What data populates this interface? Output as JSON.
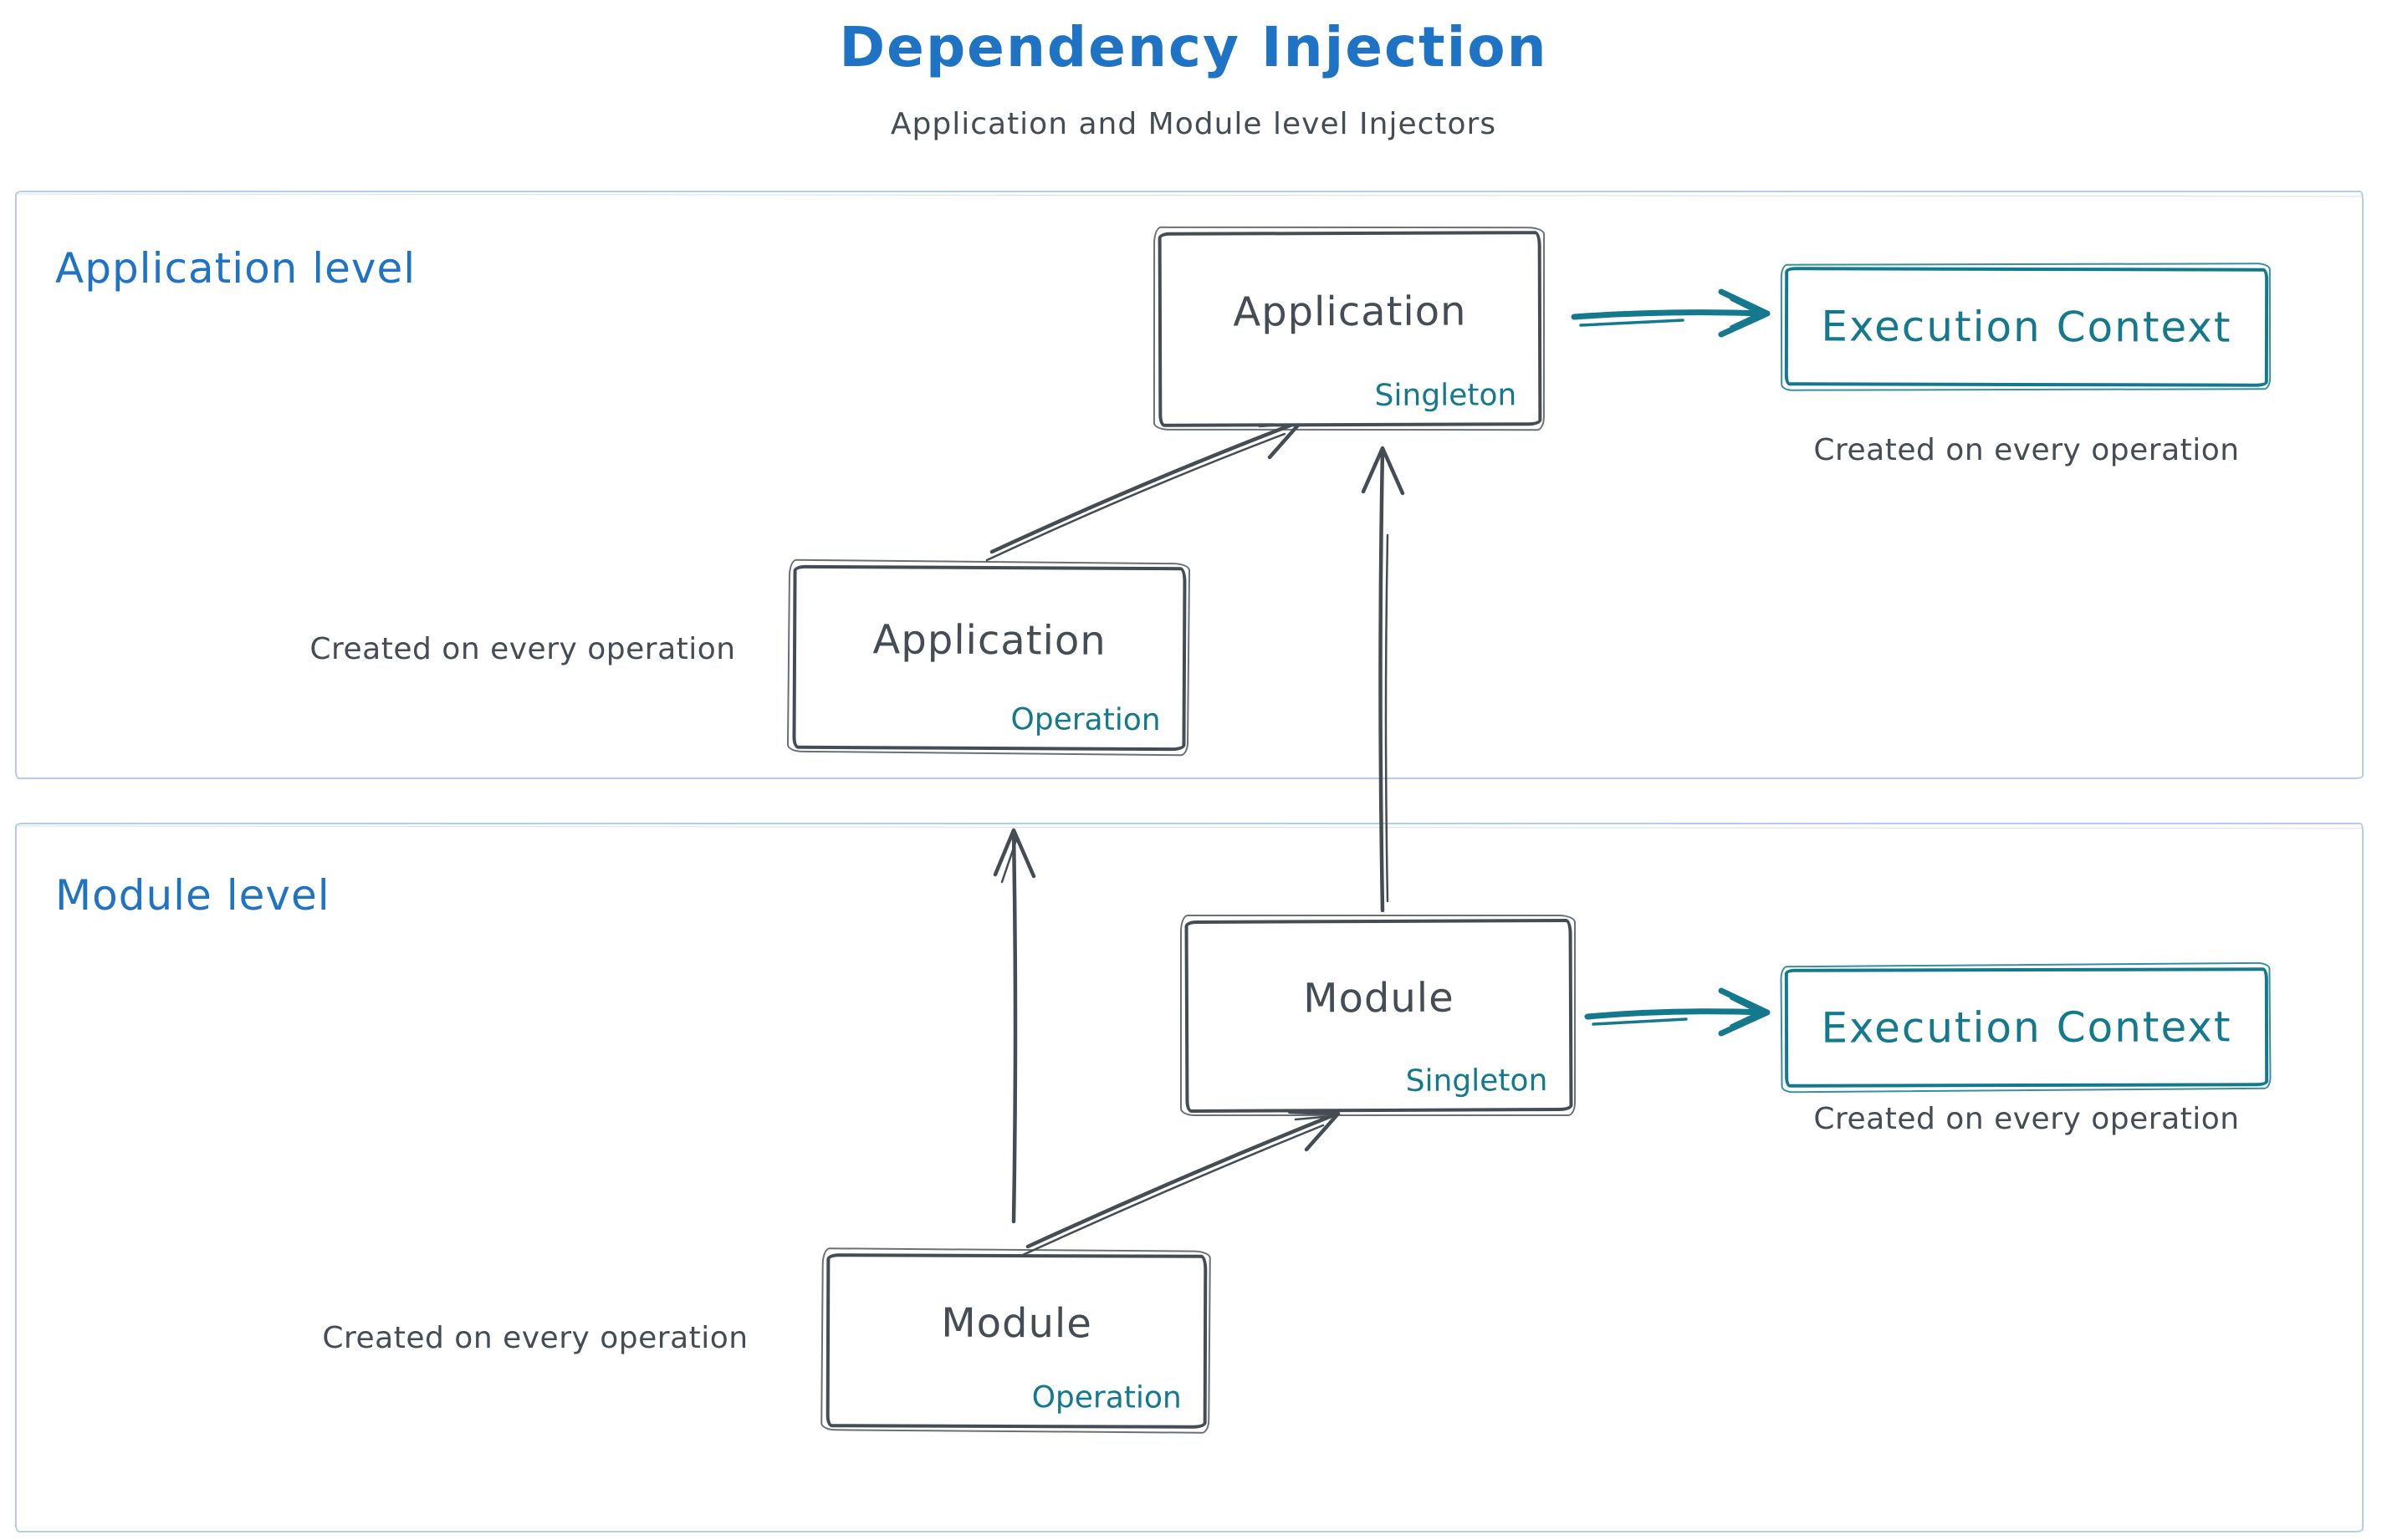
{
  "title": "Dependency Injection",
  "subtitle": "Application and Module level Injectors",
  "colors": {
    "blue": "#1f73c4",
    "dark": "#454c53",
    "teal": "#15798e",
    "container_border": "#b5cde9",
    "background": "#ffffff"
  },
  "sections": {
    "application": {
      "label": "Application level"
    },
    "module": {
      "label": "Module level"
    }
  },
  "nodes": {
    "application_singleton": {
      "title": "Application",
      "scope": "Singleton"
    },
    "application_operation": {
      "title": "Application",
      "scope": "Operation"
    },
    "module_singleton": {
      "title": "Module",
      "scope": "Singleton"
    },
    "module_operation": {
      "title": "Module",
      "scope": "Operation"
    },
    "execution_context_application": {
      "title": "Execution Context"
    },
    "execution_context_module": {
      "title": "Execution Context"
    }
  },
  "annotations": {
    "application_operation_note": "Created on every operation",
    "application_execution_note": "Created on every operation",
    "module_operation_note": "Created on every operation",
    "module_execution_note": "Created on every operation"
  }
}
